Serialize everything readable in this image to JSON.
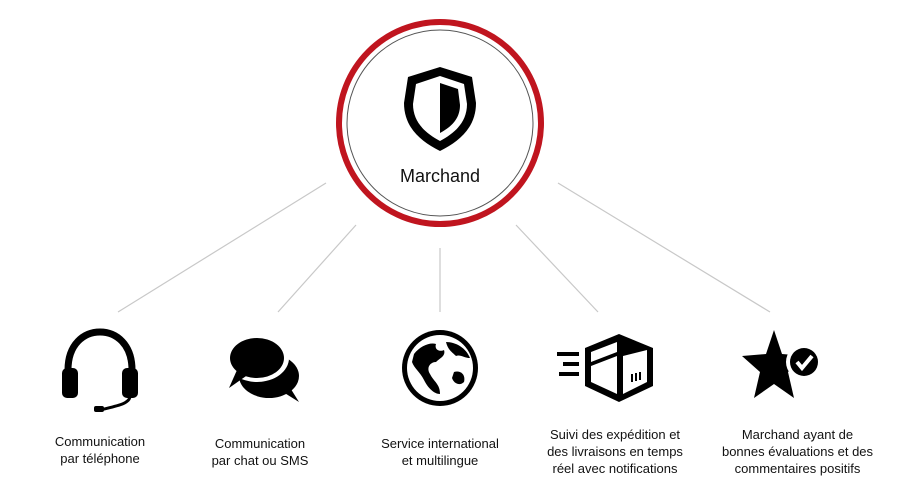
{
  "hub": {
    "label": "Marchand",
    "icon": "shield-icon",
    "accent_color": "#c0151f"
  },
  "features": [
    {
      "icon": "headset-icon",
      "line1": "Communication",
      "line2": "par téléphone",
      "line3": ""
    },
    {
      "icon": "chat-bubbles-icon",
      "line1": "Communication",
      "line2": "par chat ou SMS",
      "line3": ""
    },
    {
      "icon": "globe-icon",
      "line1": "Service international",
      "line2": "et multilingue",
      "line3": ""
    },
    {
      "icon": "delivery-box-icon",
      "line1": "Suivi des expédition et",
      "line2": "des livraisons en temps",
      "line3": "réel avec notifications"
    },
    {
      "icon": "star-check-icon",
      "line1": "Marchand ayant de",
      "line2": "bonnes évaluations et des",
      "line3": "commentaires positifs"
    }
  ]
}
